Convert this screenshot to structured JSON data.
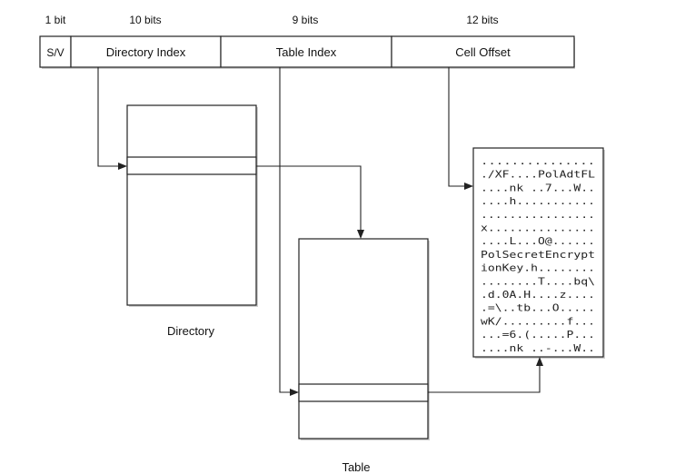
{
  "address_format": {
    "bit_labels": [
      "1 bit",
      "10 bits",
      "9 bits",
      "12 bits"
    ],
    "fields": [
      "S/V",
      "Directory Index",
      "Table Index",
      "Cell Offset"
    ]
  },
  "directory": {
    "label": "Directory"
  },
  "table": {
    "label": "Table"
  },
  "cell_dump": {
    "lines": [
      "...............",
      "./XF....PolAdtFL",
      "....nk ..7...W..",
      "....h...........",
      "................",
      "x...............",
      "....L...O@......",
      "PolSecretEncrypt",
      "ionKey.h........",
      "........T....bq\\",
      ".d.0A.H....z....",
      ".=\\..tb...O.....",
      "wK/.........f...",
      "...=6.(.....P...",
      "....nk ..-...W.."
    ]
  }
}
